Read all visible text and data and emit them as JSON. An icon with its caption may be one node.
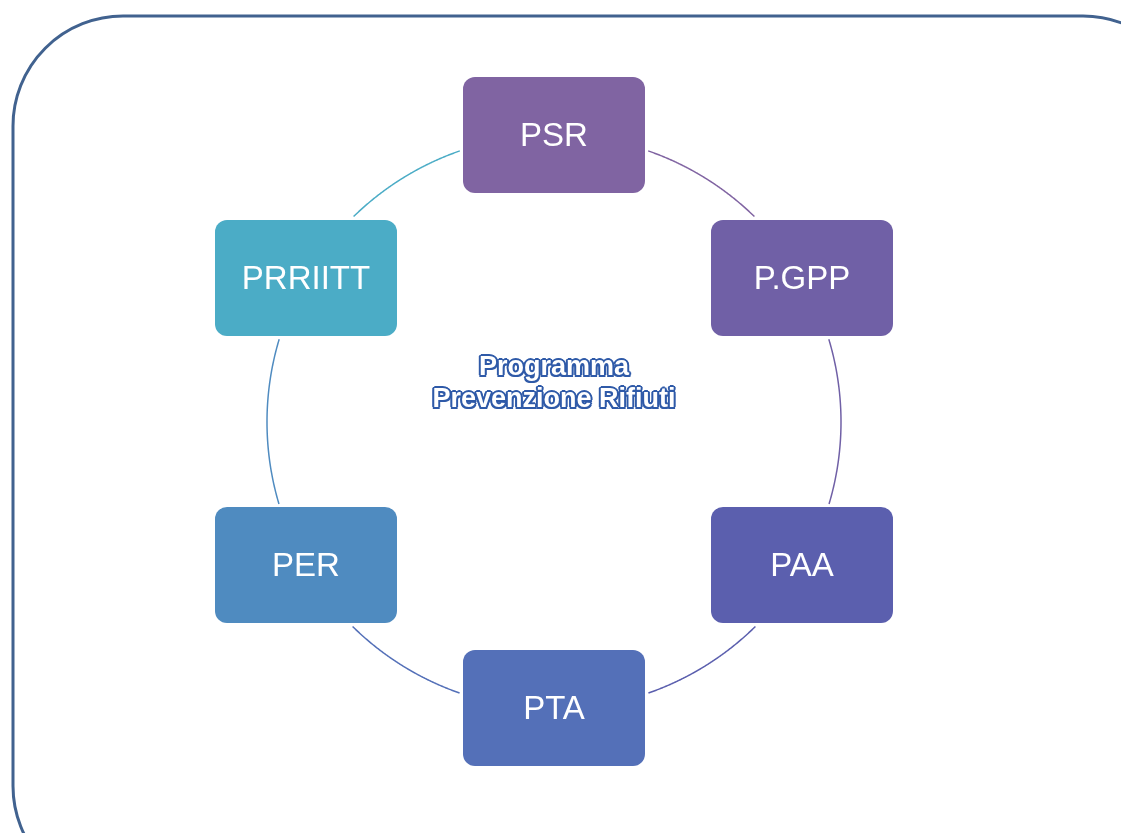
{
  "diagram": {
    "nodes": [
      {
        "text": [
          "PSR"
        ]
      },
      {
        "text": [
          "PRRIITT"
        ]
      },
      {
        "text": [
          "P.GPP"
        ]
      },
      {
        "text": [
          "PER"
        ]
      },
      {
        "text": [
          "PAA"
        ]
      },
      {
        "text": [
          "PTA"
        ]
      }
    ],
    "edges": [
      {
        "from": 0,
        "to": 2,
        "arrow": "none"
      },
      {
        "from": 2,
        "to": 4,
        "arrow": "none"
      },
      {
        "from": 4,
        "to": 5,
        "arrow": "none"
      },
      {
        "from": 5,
        "to": 3,
        "arrow": "none"
      },
      {
        "from": 3,
        "to": 1,
        "arrow": "none"
      },
      {
        "from": 1,
        "to": 0,
        "arrow": "none"
      }
    ],
    "labels": [
      "Programma Prevenzione Rifiuti"
    ]
  }
}
